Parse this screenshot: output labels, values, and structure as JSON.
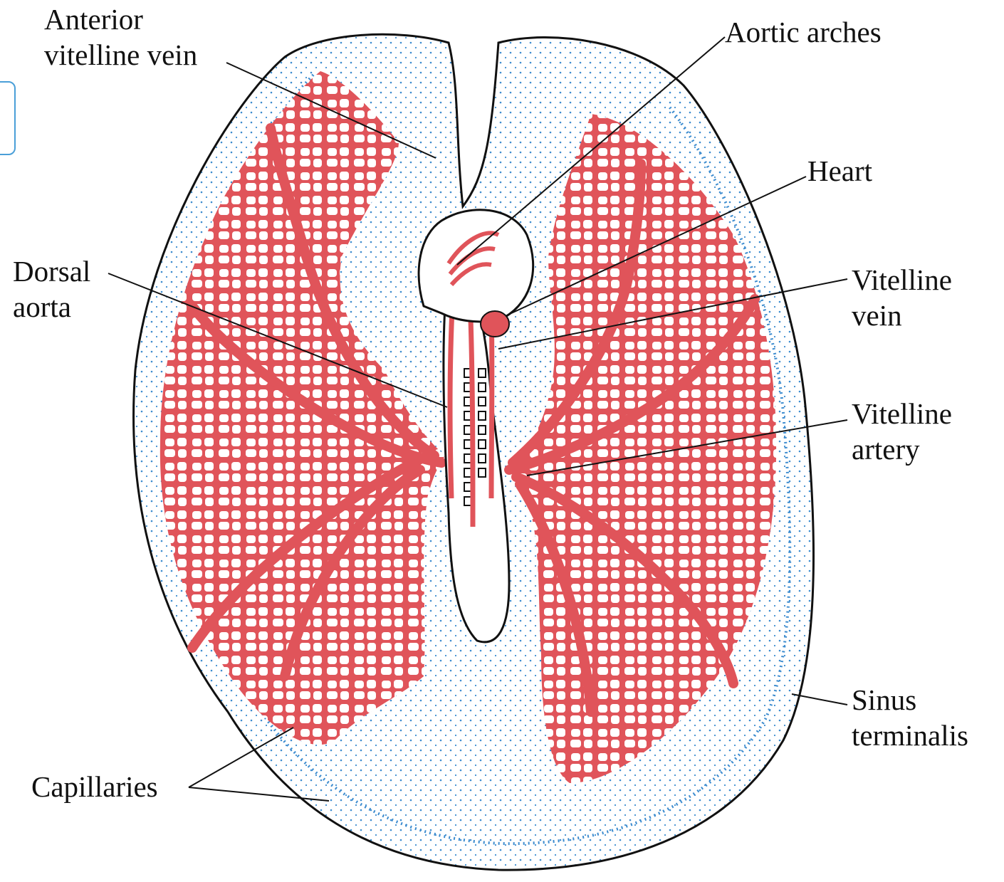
{
  "labels": {
    "anterior_vitelline_vein": [
      "Anterior",
      "vitelline vein"
    ],
    "aortic_arches": [
      "Aortic arches"
    ],
    "heart": [
      "Heart"
    ],
    "dorsal_aorta": [
      "Dorsal",
      "aorta"
    ],
    "vitelline_vein": [
      "Vitelline",
      "vein"
    ],
    "vitelline_artery": [
      "Vitelline",
      "artery"
    ],
    "sinus_terminalis": [
      "Sinus",
      "terminalis"
    ],
    "capillaries": [
      "Capillaries"
    ]
  },
  "colors": {
    "vessels": "#e0545a",
    "cells": "#3d8ccf",
    "outline": "#111111",
    "frame_box": "#4a9fd8"
  }
}
